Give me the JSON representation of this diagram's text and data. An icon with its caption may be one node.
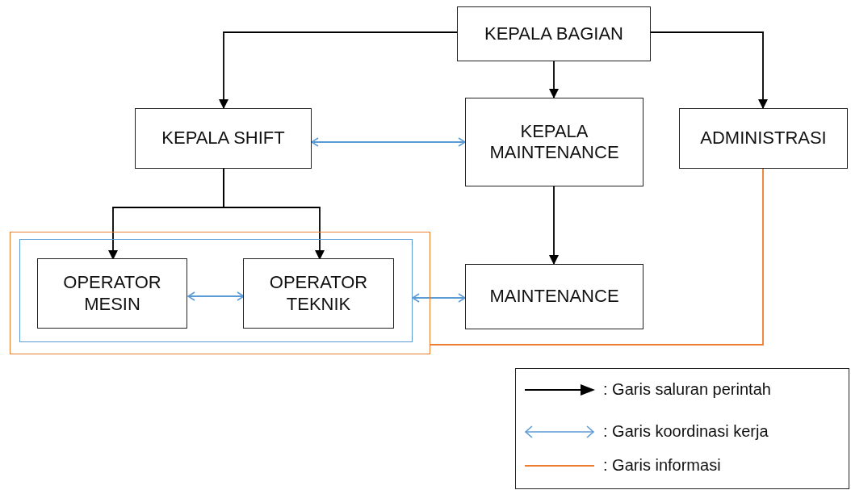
{
  "diagram": {
    "nodes": [
      {
        "text": [
          "KEPALA BAGIAN"
        ]
      },
      {
        "text": [
          "KEPALA SHIFT"
        ]
      },
      {
        "text": [
          "KEPALA MAINTENANCE"
        ]
      },
      {
        "text": [
          "ADMINISTRASI"
        ]
      },
      {
        "text": [],
        "shape": "box"
      },
      {
        "text": [],
        "shape": "box",
        "in": 4
      },
      {
        "text": [
          "OPERATOR MESIN"
        ],
        "in": 5
      },
      {
        "text": [
          "OPERATOR TEKNIK"
        ],
        "in": 5
      },
      {
        "text": [
          "MAINTENANCE"
        ]
      }
    ],
    "edges": [
      {
        "from": 0,
        "to": 1,
        "arrow": "to"
      },
      {
        "from": 0,
        "to": 2,
        "arrow": "to"
      },
      {
        "from": 0,
        "to": 3,
        "arrow": "to"
      },
      {
        "from": 1,
        "to": 2,
        "arrow": "both",
        "color": "#5b9bd5"
      },
      {
        "from": 1,
        "to": 6,
        "arrow": "to"
      },
      {
        "from": 1,
        "to": 7,
        "arrow": "to"
      },
      {
        "from": 2,
        "to": 8,
        "arrow": "to"
      },
      {
        "from": 6,
        "to": 7,
        "arrow": "both",
        "color": "#5b9bd5"
      },
      {
        "from": 5,
        "to": 8,
        "arrow": "both",
        "color": "#5b9bd5"
      },
      {
        "from": 3,
        "to": 4,
        "arrow": "none",
        "color": "#ed7d31"
      }
    ],
    "legend": [
      {
        "text": ": Garis saluran perintah"
      },
      {
        "text": ": Garis koordinasi kerja"
      },
      {
        "text": ": Garis informasi"
      }
    ]
  }
}
